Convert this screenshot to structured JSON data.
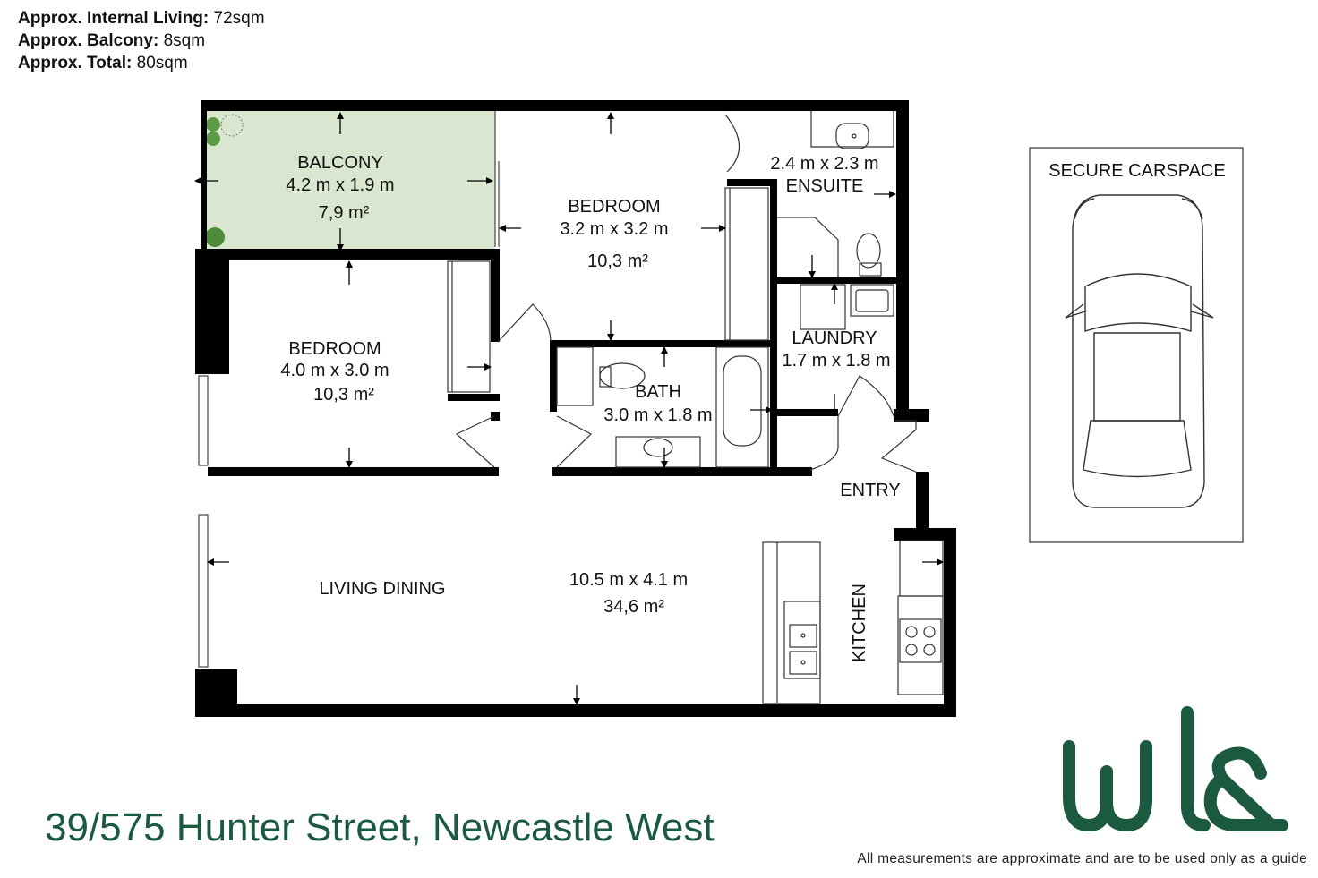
{
  "areas": [
    {
      "label": "Approx. Internal Living:",
      "value": "72sqm"
    },
    {
      "label": "Approx. Balcony:",
      "value": "8sqm"
    },
    {
      "label": "Approx. Total:",
      "value": "80sqm"
    }
  ],
  "rooms": {
    "balcony": {
      "name": "BALCONY",
      "dims": "4.2 m x 1.9 m",
      "area": "7,9 m²"
    },
    "bedroom_main": {
      "name": "BEDROOM",
      "dims": "3.2 m x 3.2 m",
      "area": "10,3 m²"
    },
    "ensuite": {
      "dims": "2.4 m x 2.3 m",
      "name": "ENSUITE"
    },
    "bedroom_second": {
      "name": "BEDROOM",
      "dims": "4.0 m x 3.0 m",
      "area": "10,3 m²"
    },
    "bath": {
      "name": "BATH",
      "dims": "3.0 m x 1.8 m"
    },
    "laundry": {
      "name": "LAUNDRY",
      "dims": "1.7 m x 1.8 m"
    },
    "entry": {
      "name": "ENTRY"
    },
    "living": {
      "name": "LIVING DINING",
      "dims": "10.5 m x 4.1 m",
      "area": "34,6 m²"
    },
    "kitchen": {
      "name": "KITCHEN"
    }
  },
  "carspace": {
    "label": "SECURE CARSPACE"
  },
  "address": "39/575 Hunter Street, Newcastle West",
  "disclaimer": "All measurements are approximate and are to be used only as a guide",
  "colors": {
    "brand": "#1c5a40",
    "balcony_fill": "#d9e6d0",
    "wall": "#000000"
  },
  "logo": {
    "text": "wls",
    "icon": "wls-logo"
  }
}
